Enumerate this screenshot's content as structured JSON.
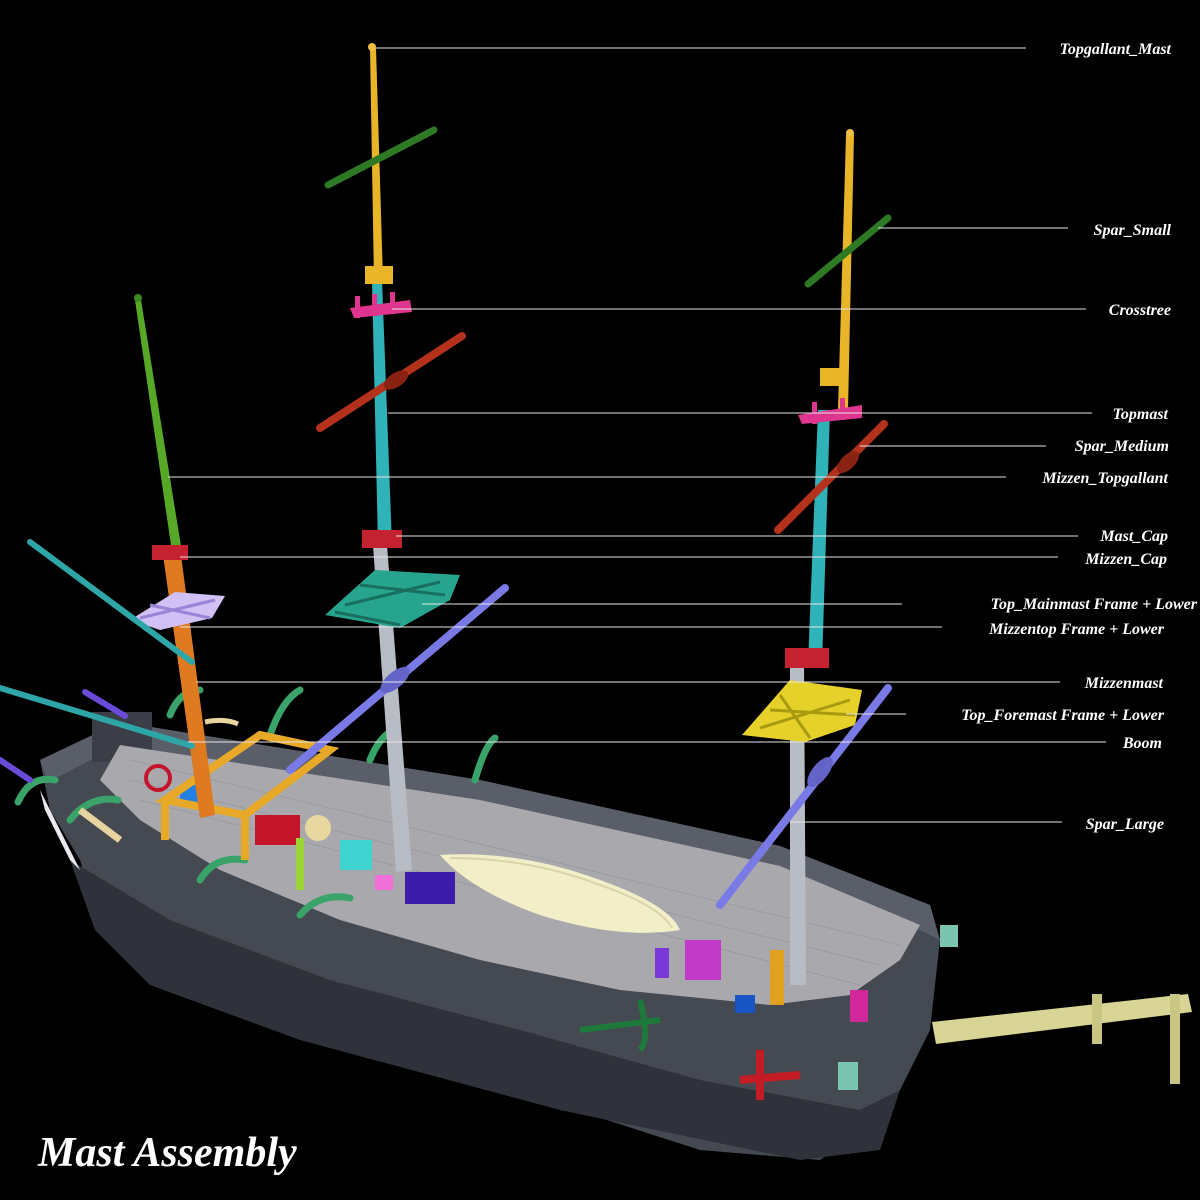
{
  "title": "Mast Assembly",
  "labels": [
    "Topgallant_Mast",
    "Spar_Small",
    "Crosstree",
    "Topmast",
    "Spar_Medium",
    "Mizzen_Topgallant",
    "Mast_Cap",
    "Mizzen_Cap",
    "Top_Mainmast Frame + Lower",
    "Mizzentop Frame + Lower",
    "Mizzenmast",
    "Top_Foremast Frame + Lower",
    "Boom",
    "Spar_Large"
  ],
  "colors": {
    "background": "#000000",
    "topgallant": "#e8b428",
    "topmast": "#2fb3b8",
    "lower_mast": "#b8bcc4",
    "mizzen_topgallant": "#58a828",
    "mizzenmast": "#e07a20",
    "spar_small": "#2e7a24",
    "spar_medium": "#b4321c",
    "spar_large": "#7a7ae6",
    "crosstree": "#e0358e",
    "cap": "#c42230",
    "main_top": "#26a48e",
    "fore_top": "#e6d12a",
    "mizzen_top": "#d0c0f4",
    "boom": "#2ea6a8",
    "hull": "#4a4e58",
    "deck": "#a9a9ad",
    "longboat": "#f2efc8",
    "bowsprit": "#d8d496"
  }
}
